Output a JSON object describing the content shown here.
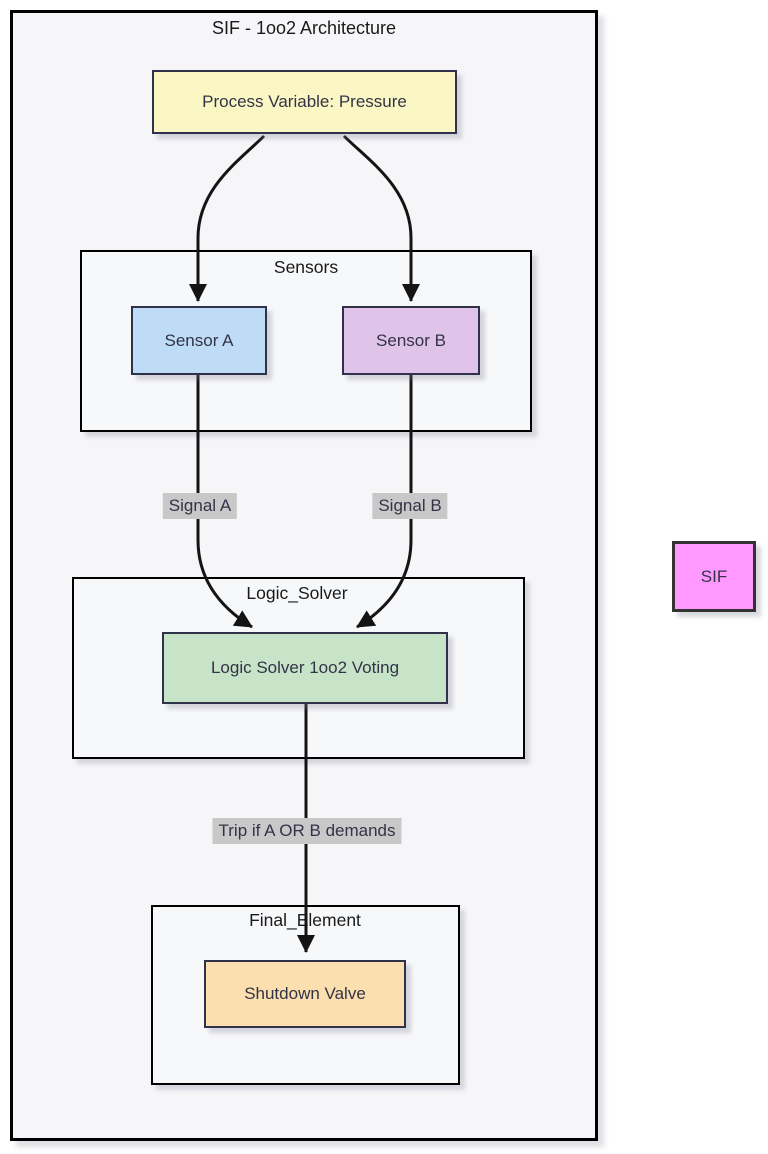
{
  "diagram": {
    "type": "flowchart",
    "title": "SIF - 1oo2 Architecture",
    "nodes": {
      "process_variable": {
        "label": "Process Variable: Pressure",
        "fill": "#fbf7c4"
      },
      "sensor_a": {
        "label": "Sensor A",
        "fill": "#bfdcf6"
      },
      "sensor_b": {
        "label": "Sensor B",
        "fill": "#dfc3e8"
      },
      "logic_solver": {
        "label": "Logic Solver 1oo2 Voting",
        "fill": "#c7e4c9"
      },
      "shutdown_valve": {
        "label": "Shutdown Valve",
        "fill": "#fcdfae"
      },
      "sif": {
        "label": "SIF",
        "fill": "#ff99ff",
        "border": "#333333"
      }
    },
    "subgraphs": {
      "sensors": {
        "label": "Sensors"
      },
      "logic_solver": {
        "label": "Logic_Solver"
      },
      "final_element": {
        "label": "Final_Element"
      }
    },
    "edge_labels": {
      "signal_a": "Signal A",
      "signal_b": "Signal B",
      "trip": "Trip if A OR B demands"
    },
    "colors": {
      "border_navy": "#30314a",
      "node_text": "#333347",
      "title_text": "#1a1a1a",
      "edge_stroke": "#141414",
      "label_bg": "#c8c8c8",
      "container_fill": "#f6f6f9",
      "subgraph_fill": "#f7f8fa"
    }
  }
}
